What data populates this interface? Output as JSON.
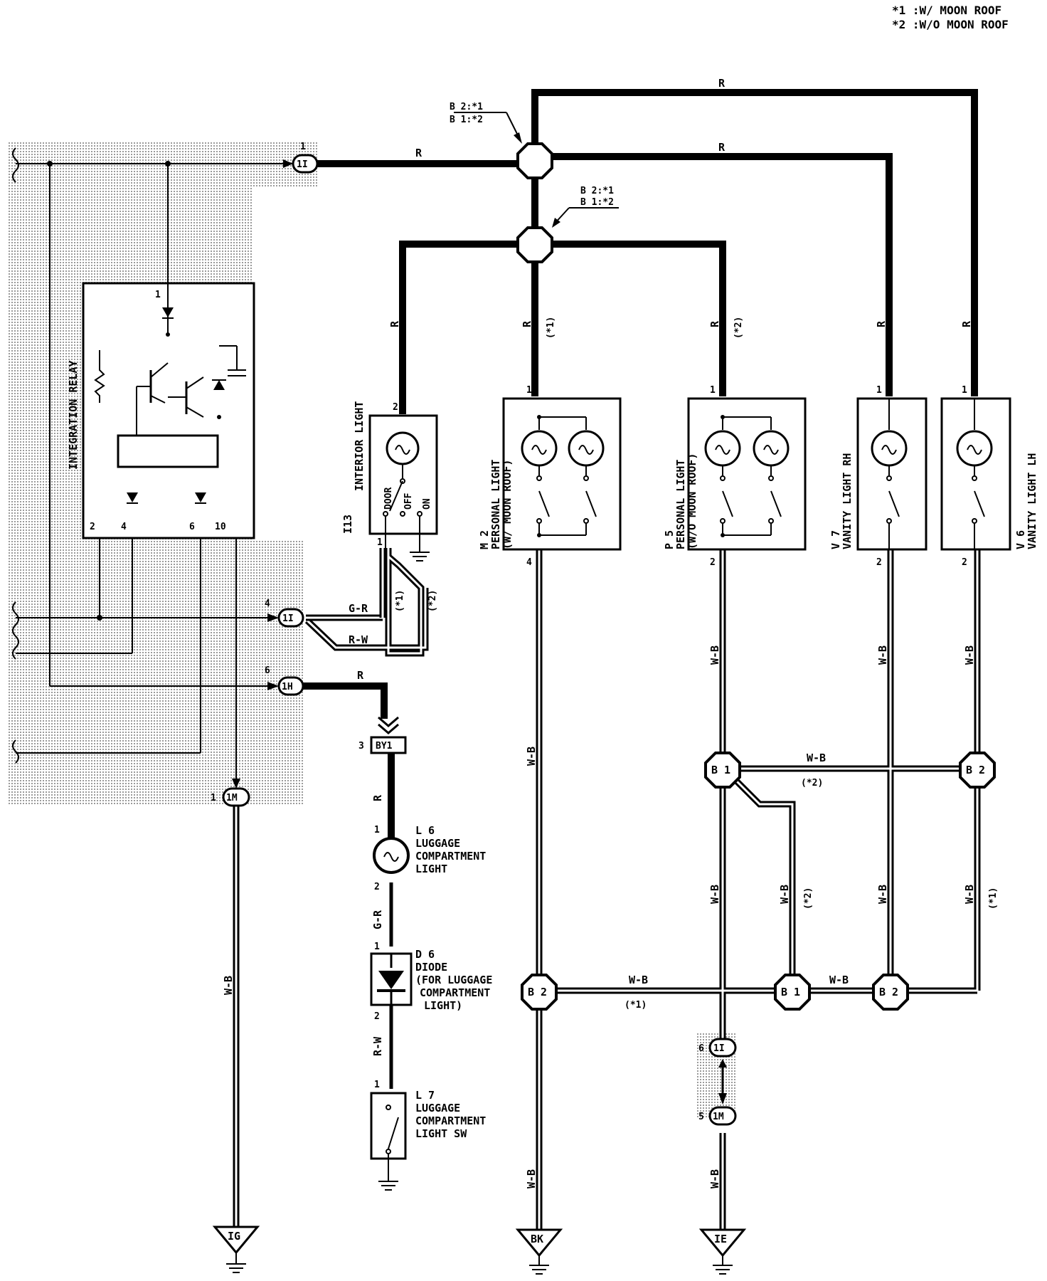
{
  "legend": {
    "line1": "*1 :W/ MOON ROOF",
    "line2": "*2 :W/O MOON ROOF"
  },
  "wires": {
    "r": "R",
    "wb": "W-B",
    "gr": "G-R",
    "rw": "R-W"
  },
  "notes": {
    "n1": "(*1)",
    "n2": "(*2)"
  },
  "junction_callout": {
    "l1": "B 2:*1",
    "l2": "B 1:*2"
  },
  "relay": {
    "title": "INTEGRATION RELAY",
    "pin1": "1",
    "pin2": "2",
    "pin4": "4",
    "pin6": "6",
    "pin10": "10"
  },
  "connectors": {
    "c1": {
      "code": "1I",
      "pin": "1"
    },
    "c4": {
      "code": "1I",
      "pin": "4"
    },
    "c6": {
      "code": "1H",
      "pin": "6"
    },
    "c1m": {
      "code": "1M",
      "pin": "1"
    },
    "c6b": {
      "code": "1I",
      "pin": "6"
    },
    "c5": {
      "code": "1M",
      "pin": "5"
    },
    "by1": {
      "code": "BY1",
      "pin": "3"
    }
  },
  "components": {
    "i13": {
      "id": "I13",
      "name": "INTERIOR LIGHT",
      "door": "DOOR",
      "off": "OFF",
      "on": "ON",
      "pin_top": "2",
      "pin_bot": "1"
    },
    "m2": {
      "id": "M 2",
      "name": "PERSONAL LIGHT",
      "sub": "(W/ MOON ROOF)",
      "pin_top": "1",
      "pin_bot": "4"
    },
    "p5": {
      "id": "P 5",
      "name": "PERSONAL LIGHT",
      "sub": "(W/O MOON ROOF)",
      "pin_top": "1",
      "pin_bot": "2"
    },
    "v7": {
      "id": "V 7",
      "name": "VANITY LIGHT RH",
      "pin_top": "1",
      "pin_bot": "2"
    },
    "v6": {
      "id": "V 6",
      "name": "VANITY LIGHT LH",
      "pin_top": "1",
      "pin_bot": "2"
    },
    "l6": {
      "id": "L 6",
      "l1": "LUGGAGE",
      "l2": "COMPARTMENT",
      "l3": "LIGHT",
      "pin_top": "1",
      "pin_bot": "2"
    },
    "d6": {
      "id": "D 6",
      "l1": "DIODE",
      "l2": "(FOR LUGGAGE",
      "l3": "COMPARTMENT",
      "l4": "LIGHT)",
      "pin_top": "1",
      "pin_bot": "2"
    },
    "l7": {
      "id": "L 7",
      "l1": "LUGGAGE",
      "l2": "COMPARTMENT",
      "l3": "LIGHT SW",
      "pin_top": "1"
    }
  },
  "junctions": {
    "b2": "B 2",
    "b1": "B 1"
  },
  "grounds": {
    "ig": "IG",
    "bk": "BK",
    "ie": "IE"
  }
}
